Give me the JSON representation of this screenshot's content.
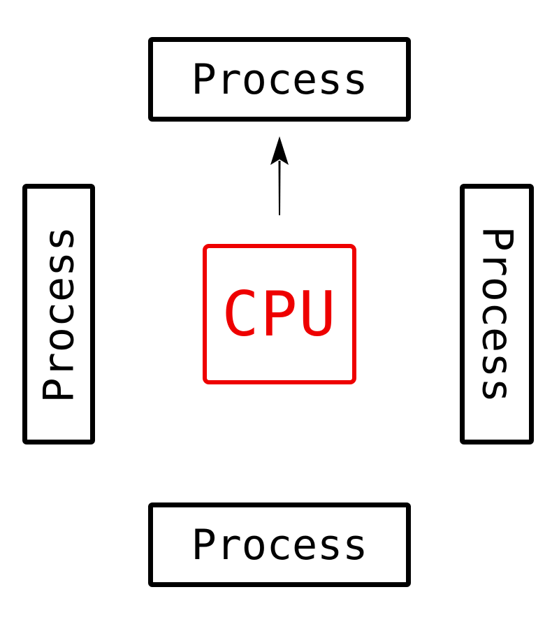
{
  "diagram": {
    "cpu": {
      "label": "CPU",
      "color": "#ee0000"
    },
    "processes": {
      "top": "Process",
      "left": "Process",
      "right": "Process",
      "bottom": "Process"
    },
    "arrow": {
      "from": "cpu",
      "to": "process-top"
    }
  }
}
